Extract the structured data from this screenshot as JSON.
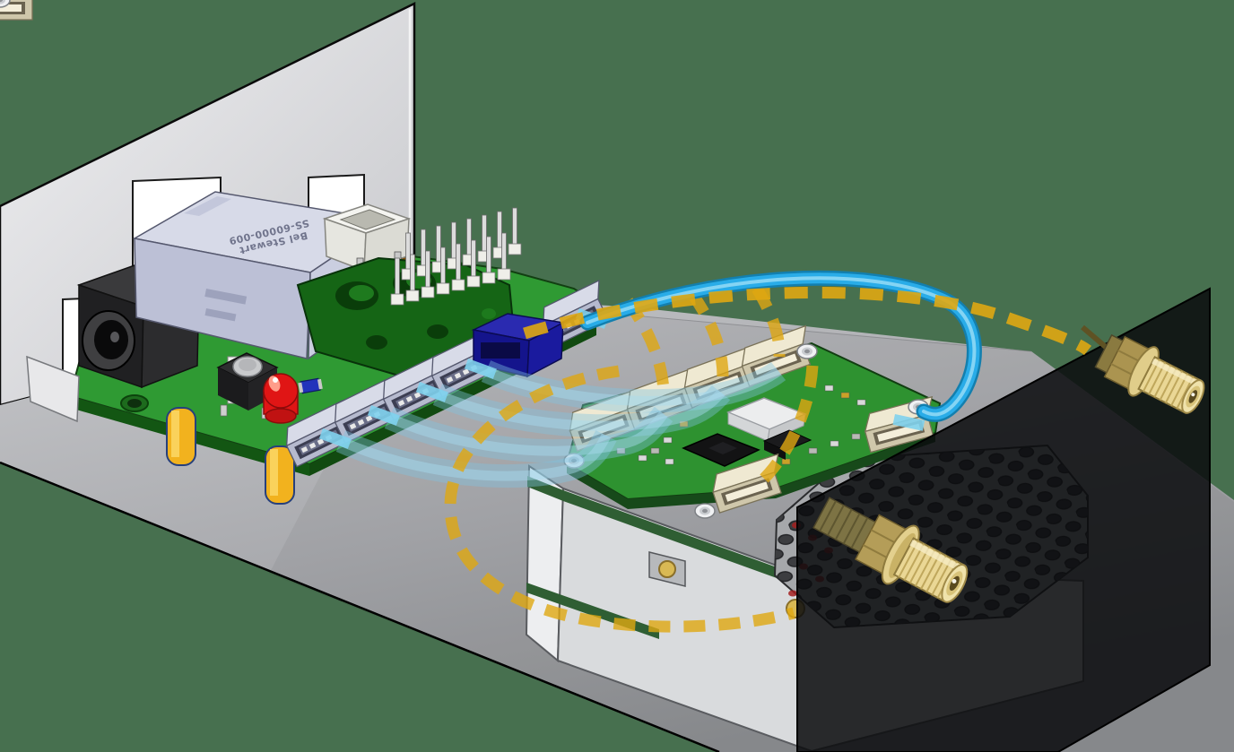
{
  "scene": {
    "description": "Isometric CAD illustration of a carrier board linked to an RF module with SMA antenna bulkhead connectors",
    "background_color": "#47704F",
    "left_wall_color": "#E2E3E6",
    "right_wall_color": "#0B0C0E",
    "floor_color_far": "#C6C7CA",
    "floor_color_near": "#8E9093",
    "cutout_color": "#FFFFFF"
  },
  "carrier_board": {
    "name": "carrier-board",
    "pcb_color": "#2F9A33",
    "pcb_edge_color": "#114A10",
    "standoff_color": "#F2B21E",
    "ethernet_jack": {
      "body_color": "#C9CDDE",
      "label_line1": "Bel Stewart",
      "label_line2": "SS-60000-009"
    },
    "components": [
      "dc-barrel-jack",
      "rj45-ethernet-jack",
      "usb-connector",
      "orange-terminal-connector",
      "green-screw-terminal-block",
      "2x8-pin-header",
      "blue-box-connector",
      "jst-connectors-x5",
      "tactile-push-button",
      "red-led",
      "blue-smd-part",
      "yellow-standoffs-x2"
    ]
  },
  "rf_module": {
    "name": "rf-module-on-heatsink-base",
    "pcb_color": "#2E9230",
    "connector_color": "#E9E2CB",
    "chip_color": "#131314",
    "shield_color": "#ECEDEE",
    "base_color": "#DDDFE1",
    "base_band_color": "#2F5E33",
    "heatsink_color": "#A6A8AB",
    "hole_color": "#3C3D40",
    "hole_accent_color": "#A32020",
    "components": [
      "jst-connectors-x6",
      "qfn-chip",
      "rf-shield-module",
      "mounting-screws",
      "perforated-heatsink-plate"
    ]
  },
  "cables": {
    "data_color": "#29ACE8",
    "data_ribbon_color": "#7FC4E2",
    "data_style": "solid",
    "rf_color": "#DFA712",
    "rf_style": "dashed"
  },
  "sma": {
    "gold_light": "#EAD795",
    "gold_mid": "#C9AC55",
    "gold_dark": "#8F7B3E",
    "count": 2,
    "positions": [
      "through front of module enclosure",
      "through right wall panel"
    ]
  }
}
